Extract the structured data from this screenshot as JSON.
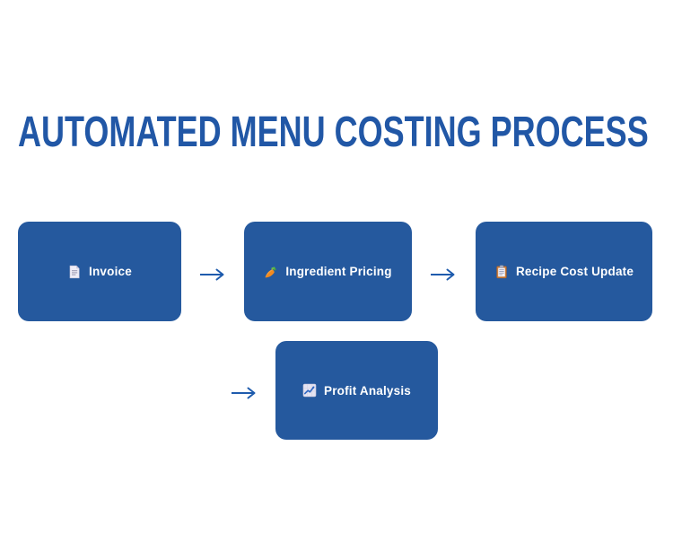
{
  "header": {
    "title": "AUTOMATED MENU COSTING PROCESS",
    "color": "#2157A6"
  },
  "flow": {
    "box_color": "#25599E",
    "label_color": "#FFFFFF",
    "arrow_color": "#1E5BAD",
    "nodes": [
      {
        "label": "Invoice",
        "icon": "page-facing-up-icon"
      },
      {
        "label": "Ingredient Pricing",
        "icon": "carrot-icon"
      },
      {
        "label": "Recipe Cost Update",
        "icon": "clipboard-icon"
      },
      {
        "label": "Profit Analysis",
        "icon": "chart-increasing-icon"
      }
    ],
    "arrows": [
      {
        "icon": "right-arrow-icon"
      },
      {
        "icon": "right-arrow-icon"
      },
      {
        "icon": "right-arrow-icon"
      }
    ]
  }
}
